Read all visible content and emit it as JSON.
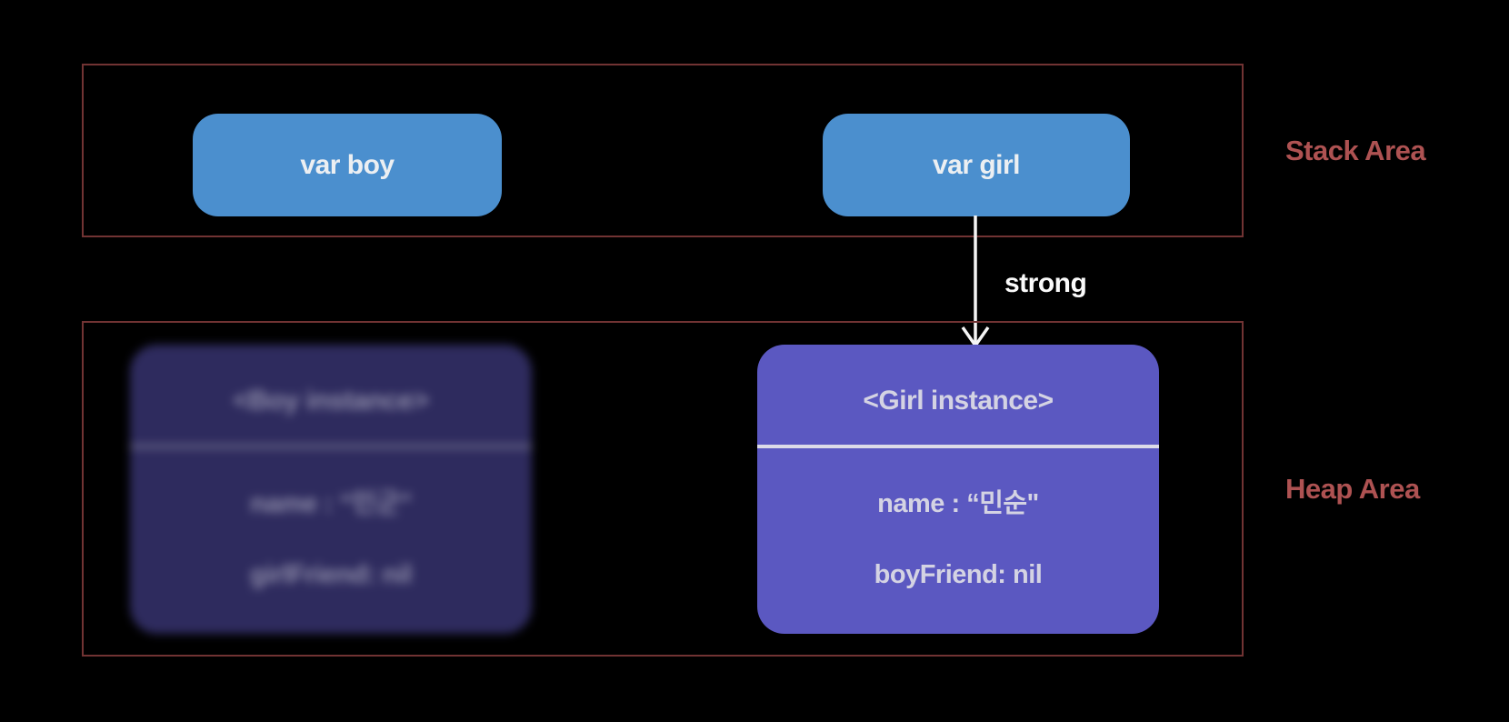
{
  "diagram": {
    "stack_area": {
      "label": "Stack Area"
    },
    "heap_area": {
      "label": "Heap Area"
    },
    "variables": {
      "boy": {
        "label": "var boy"
      },
      "girl": {
        "label": "var girl"
      }
    },
    "instances": {
      "boy": {
        "title": "<Boy instance>",
        "fields": [
          "name : “민군\"",
          "girlFriend: nil"
        ],
        "state": "blurred"
      },
      "girl": {
        "title": "<Girl instance>",
        "fields": [
          "name : “민순\"",
          "boyFriend: nil"
        ],
        "state": "active"
      }
    },
    "reference": {
      "label": "strong",
      "from": "var girl",
      "to": "<Girl instance>"
    },
    "colors": {
      "background": "#000000",
      "area_border": "#713333",
      "area_label_text": "#ae5252",
      "variable_box": "#4b8fce",
      "girl_instance_box": "#5b58c1",
      "boy_instance_box": "#2e2b5e",
      "arrow": "#f5f5f5"
    }
  }
}
